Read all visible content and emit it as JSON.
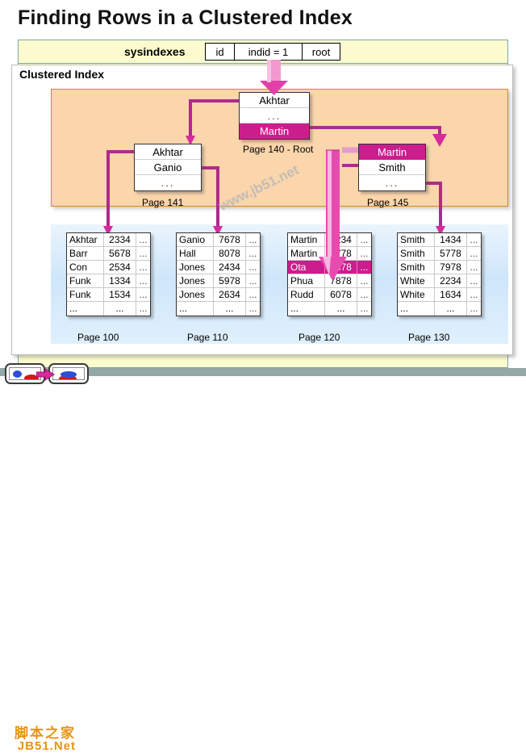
{
  "slide": {
    "title": "Finding Rows in a Clustered Index",
    "panel_label": "Clustered Index"
  },
  "sysindexes": {
    "label": "sysindexes",
    "columns": [
      "id",
      "indid = 1",
      "root"
    ]
  },
  "index_nodes": [
    {
      "id": "root",
      "caption": "Page 140 - Root",
      "rows": [
        {
          "text": "Akhtar",
          "highlighted": false
        },
        {
          "text": "...",
          "highlighted": false
        },
        {
          "text": "Martin",
          "highlighted": true
        }
      ]
    },
    {
      "id": "page141",
      "caption": "Page 141",
      "rows": [
        {
          "text": "Akhtar",
          "highlighted": false
        },
        {
          "text": "Ganio",
          "highlighted": false
        },
        {
          "text": "...",
          "highlighted": false
        }
      ]
    },
    {
      "id": "page145",
      "caption": "Page 145",
      "rows": [
        {
          "text": "Martin",
          "highlighted": true
        },
        {
          "text": "Smith",
          "highlighted": false
        },
        {
          "text": "...",
          "highlighted": false
        }
      ]
    }
  ],
  "leaf_pages": [
    {
      "caption": "Page 100",
      "rows": [
        {
          "key": "Akhtar",
          "value": "2334",
          "more": "...",
          "highlighted": false
        },
        {
          "key": "Barr",
          "value": "5678",
          "more": "...",
          "highlighted": false
        },
        {
          "key": "Con",
          "value": "2534",
          "more": "...",
          "highlighted": false
        },
        {
          "key": "Funk",
          "value": "1334",
          "more": "...",
          "highlighted": false
        },
        {
          "key": "Funk",
          "value": "1534",
          "more": "...",
          "highlighted": false
        },
        {
          "key": "...",
          "value": "...",
          "more": "...",
          "highlighted": false
        }
      ]
    },
    {
      "caption": "Page 110",
      "rows": [
        {
          "key": "Ganio",
          "value": "7678",
          "more": "...",
          "highlighted": false
        },
        {
          "key": "Hall",
          "value": "8078",
          "more": "...",
          "highlighted": false
        },
        {
          "key": "Jones",
          "value": "2434",
          "more": "...",
          "highlighted": false
        },
        {
          "key": "Jones",
          "value": "5978",
          "more": "...",
          "highlighted": false
        },
        {
          "key": "Jones",
          "value": "2634",
          "more": "...",
          "highlighted": false
        },
        {
          "key": "...",
          "value": "...",
          "more": "...",
          "highlighted": false
        }
      ]
    },
    {
      "caption": "Page 120",
      "rows": [
        {
          "key": "Martin",
          "value": "1234",
          "more": "...",
          "highlighted": false
        },
        {
          "key": "Martin",
          "value": "5778",
          "more": "...",
          "highlighted": false
        },
        {
          "key": "Ota",
          "value": "5878",
          "more": "...",
          "highlighted": true
        },
        {
          "key": "Phua",
          "value": "7878",
          "more": "...",
          "highlighted": false
        },
        {
          "key": "Rudd",
          "value": "6078",
          "more": "...",
          "highlighted": false
        },
        {
          "key": "...",
          "value": "...",
          "more": "...",
          "highlighted": false
        }
      ]
    },
    {
      "caption": "Page 130",
      "rows": [
        {
          "key": "Smith",
          "value": "1434",
          "more": "...",
          "highlighted": false
        },
        {
          "key": "Smith",
          "value": "5778",
          "more": "...",
          "highlighted": false
        },
        {
          "key": "Smith",
          "value": "7978",
          "more": "...",
          "highlighted": false
        },
        {
          "key": "White",
          "value": "2234",
          "more": "...",
          "highlighted": false
        },
        {
          "key": "White",
          "value": "1634",
          "more": "...",
          "highlighted": false
        },
        {
          "key": "...",
          "value": "...",
          "more": "...",
          "highlighted": false
        }
      ]
    }
  ],
  "watermarks": {
    "diagonal": "www.jb51.net",
    "brand_cn": "脚本之家",
    "brand_en": "JB51.Net"
  },
  "colors": {
    "highlight": "#cc1d8d",
    "arrow": "#d62a9d",
    "wire": "#b02a8a",
    "orange_fill": "#fbd5ab",
    "orange_border": "#d98a20",
    "yellow_fill": "#fbfbcf",
    "brand": "#e8930f"
  }
}
